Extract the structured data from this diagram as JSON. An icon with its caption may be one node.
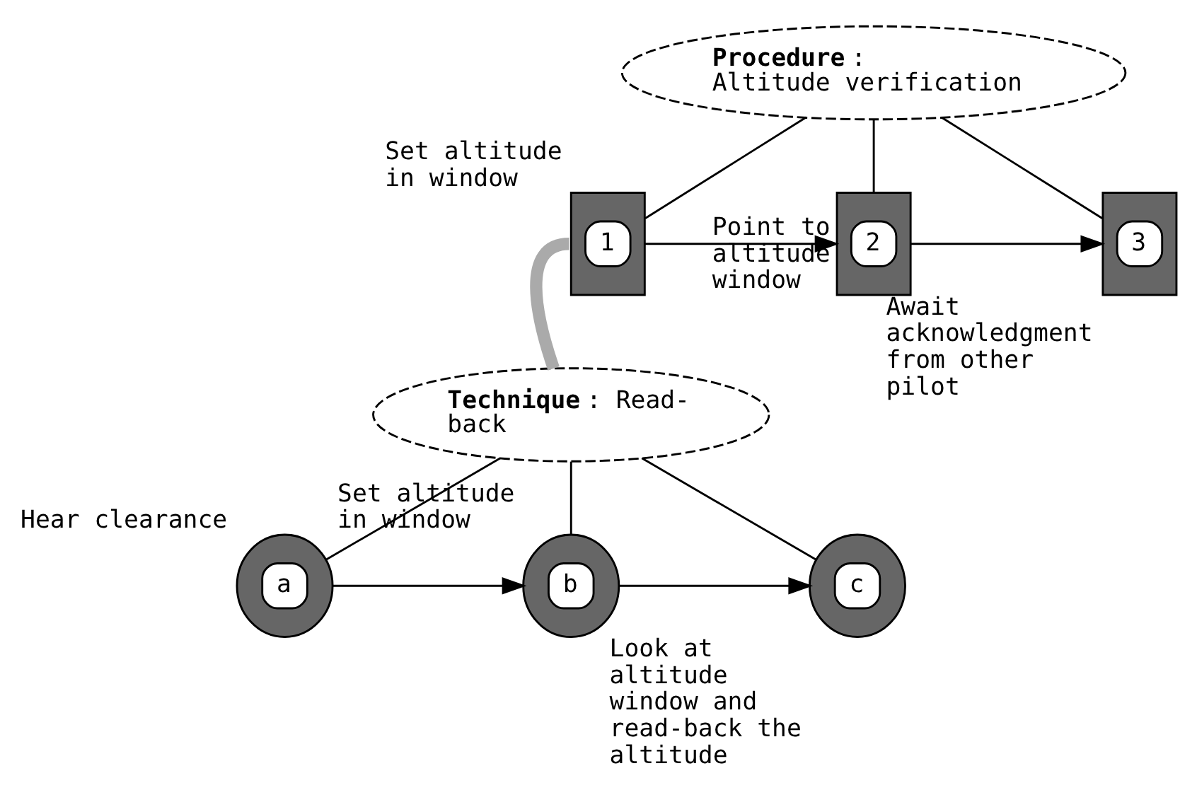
{
  "diagram": {
    "nodes": [
      {
        "text": [
          "**Procedure**: Altitude verification"
        ]
      },
      {
        "text": [
          "1"
        ],
        "beside": [
          "Set altitude in window"
        ]
      },
      {
        "text": [
          "2"
        ],
        "beside": [
          "Point to altitude window"
        ]
      },
      {
        "text": [
          "3"
        ],
        "beside": [
          "Await acknowledgment from other pilot"
        ]
      },
      {
        "text": [
          "**Technique**: Read-back"
        ]
      },
      {
        "text": [
          "a"
        ],
        "beside": [
          "Hear clearance"
        ]
      },
      {
        "text": [
          "b"
        ],
        "beside": [
          "Set altitude in window"
        ]
      },
      {
        "text": [
          "c"
        ],
        "beside": [
          "Look at altitude window and read-back the altitude"
        ]
      }
    ],
    "edges": [
      {
        "from": 0,
        "to": 1,
        "arrow": "none"
      },
      {
        "from": 0,
        "to": 2,
        "arrow": "none"
      },
      {
        "from": 0,
        "to": 3,
        "arrow": "none"
      },
      {
        "from": 1,
        "to": 2,
        "arrow": "to"
      },
      {
        "from": 2,
        "to": 3,
        "arrow": "to"
      },
      {
        "from": 1,
        "to": 4,
        "arrow": "none",
        "style": "thick",
        "color": "#aaaaaa"
      },
      {
        "from": 4,
        "to": 5,
        "arrow": "none"
      },
      {
        "from": 4,
        "to": 6,
        "arrow": "none"
      },
      {
        "from": 4,
        "to": 7,
        "arrow": "none"
      },
      {
        "from": 5,
        "to": 6,
        "arrow": "to"
      },
      {
        "from": 6,
        "to": 7,
        "arrow": "to"
      }
    ]
  }
}
